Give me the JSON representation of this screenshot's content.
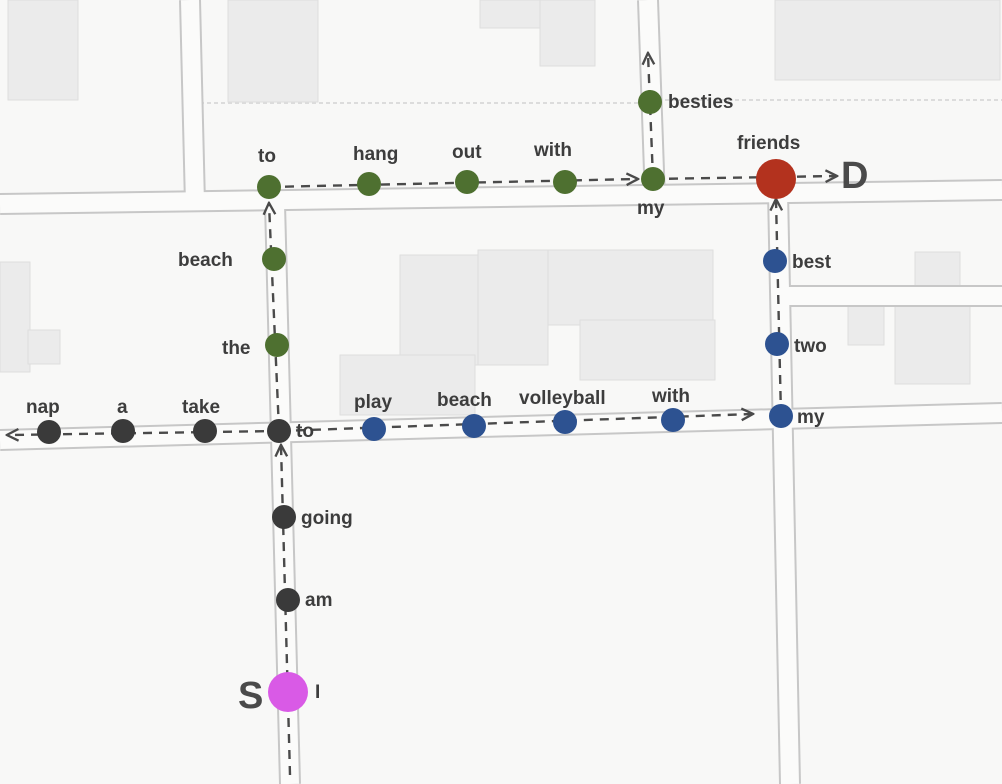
{
  "colors": {
    "start": "#d95ae6",
    "end": "#b3321e",
    "path_black": "#3a3a3a",
    "path_green": "#4e7030",
    "path_blue": "#2d5291"
  },
  "markers": {
    "start_label": "S",
    "end_label": "D"
  },
  "words": {
    "start": "I",
    "am": "am",
    "going": "going",
    "to_mid": "to",
    "take": "take",
    "a": "a",
    "nap": "nap",
    "play": "play",
    "beach_blue": "beach",
    "volleyball": "volleyball",
    "with_blue": "with",
    "my_blue": "my",
    "two": "two",
    "best": "best",
    "the": "the",
    "beach_green": "beach",
    "to_top": "to",
    "hang": "hang",
    "out": "out",
    "with_green": "with",
    "my_green": "my",
    "besties": "besties",
    "friends": "friends"
  }
}
